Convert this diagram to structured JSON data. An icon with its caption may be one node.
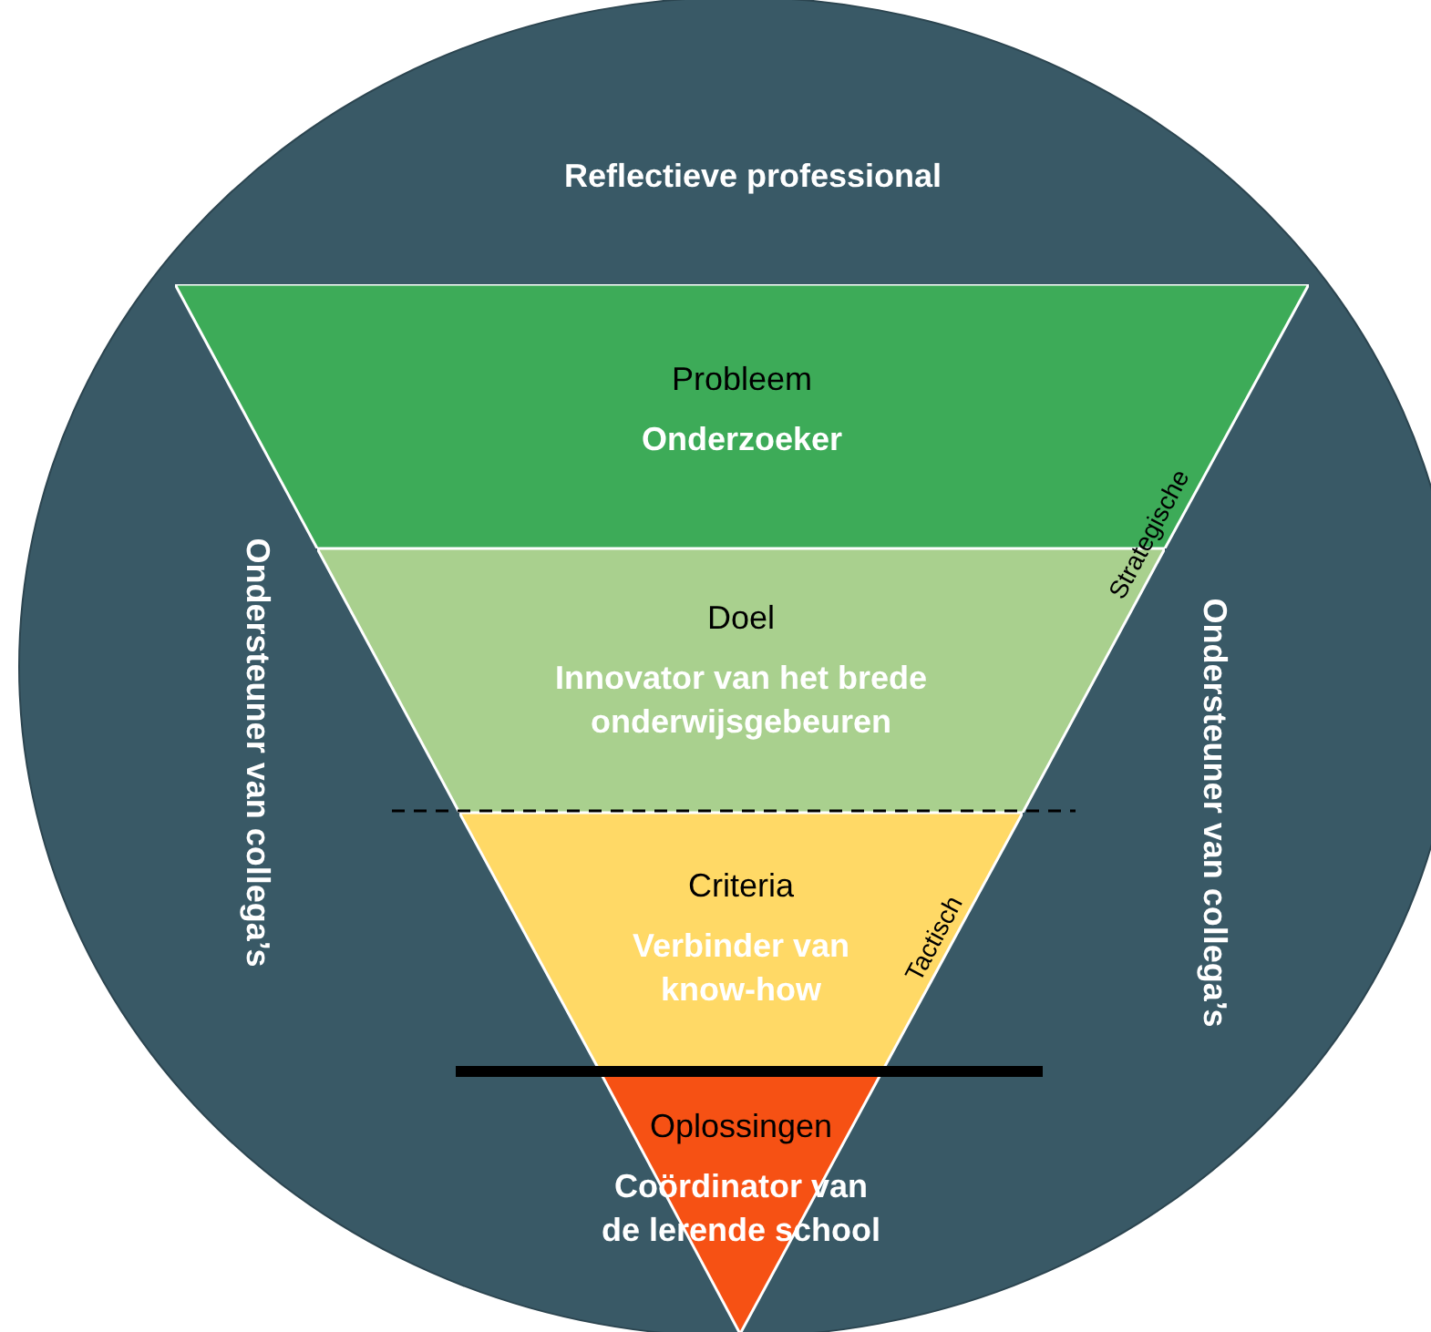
{
  "diagram": {
    "nodes": [
      {
        "text": [
          "Reflectieve professional",
          "Ondersteuner van collega’s",
          "Ondersteuner van collega’s"
        ]
      },
      {
        "text": [
          "Probleem",
          "Onderzoeker"
        ],
        "in": 0
      },
      {
        "text": [
          "Doel",
          "Innovator van het brede onderwijsgebeuren"
        ],
        "in": 0
      },
      {
        "text": [
          "Criteria",
          "Verbinder van know-how"
        ],
        "in": 0
      },
      {
        "text": [
          "Oplossingen",
          "Coördinator van de lerende school"
        ],
        "in": 0
      }
    ],
    "labels": [
      "Strategische",
      "Tactisch"
    ]
  }
}
